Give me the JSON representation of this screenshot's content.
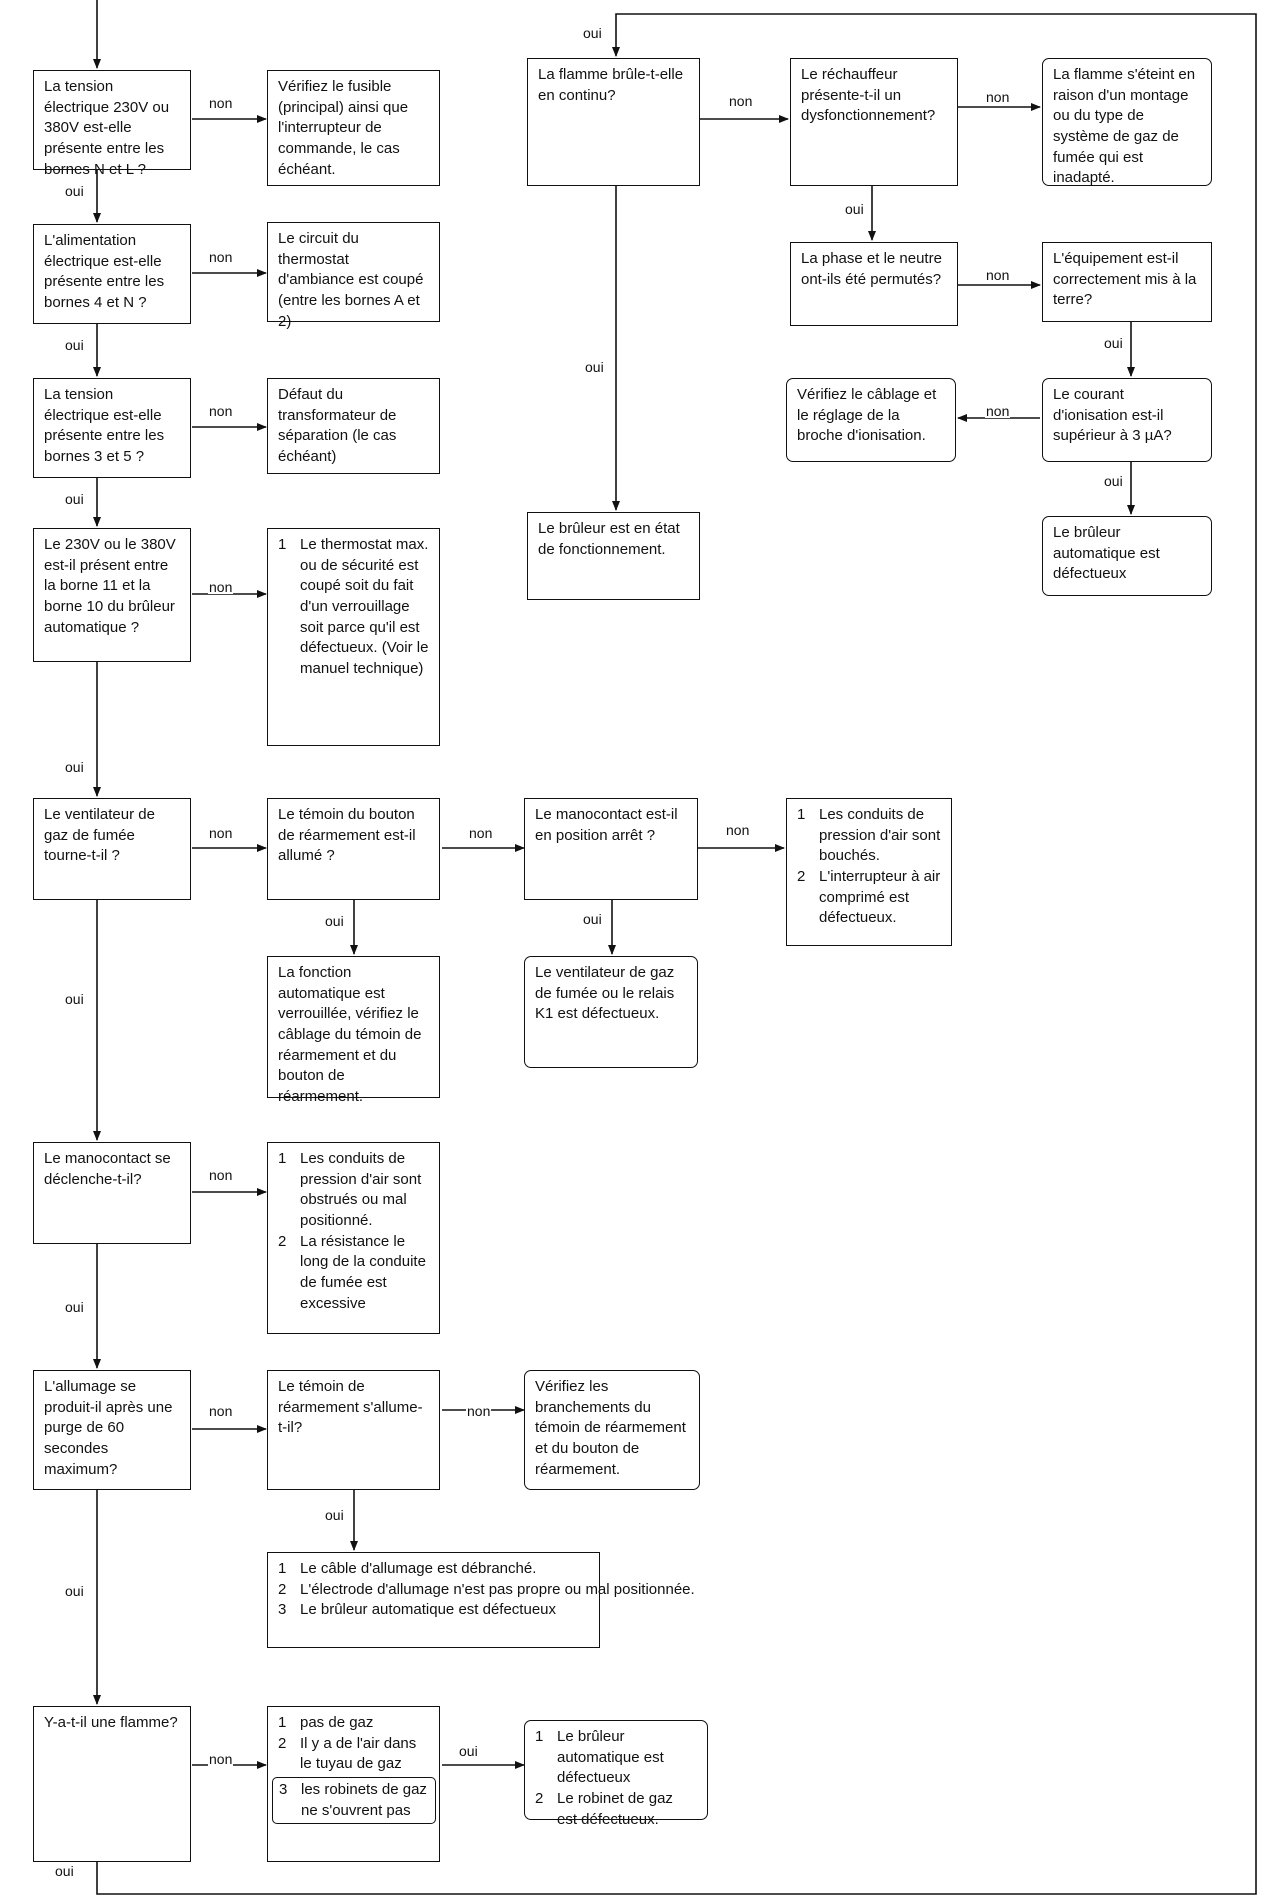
{
  "labels": {
    "oui": "oui",
    "non": "non"
  },
  "boxes": {
    "q_tension_nl": "La tension électrique 230V ou 380V est-elle présente entre les bornes N et L ?",
    "a_fusible": "Vérifiez le fusible (principal) ainsi que l'interrupteur de commande, le cas échéant.",
    "q_alim_4n": "L'alimentation électrique est-elle présente entre les bornes 4 et N ?",
    "a_thermostat_ambiance": "Le circuit du thermostat d'ambiance est coupé (entre les bornes A et 2)",
    "q_tension_35": "La tension électrique est-elle présente entre les bornes 3 et 5 ?",
    "a_transfo": "Défaut du transformateur de séparation (le cas échéant)",
    "q_230_bornes": "Le 230V ou le 380V est-il présent entre la borne 11 et la borne 10 du brûleur automatique ?",
    "a_thermostat_max": [
      "Le thermostat max. ou de sécurité est coupé soit du fait d'un verrouillage soit parce qu'il est défectueux. (Voir le manuel technique)"
    ],
    "q_ventilateur": "Le ventilateur de gaz de fumée tourne-t-il ?",
    "q_temoin_bouton": "Le témoin du bouton de réarmement est-il allumé ?",
    "a_fonction_verrouillee": "La fonction automatique est verrouillée, vérifiez le câblage du témoin de réarmement et du bouton de réarmement.",
    "q_manocontact_arret": "Le manocontact est-il en position arrêt ?",
    "a_conduits_bouches": [
      "Les conduits de pression d'air sont bouchés.",
      "L'interrupteur à air comprimé est défectueux."
    ],
    "a_ventilateur_relais": "Le ventilateur de gaz de fumée ou le relais K1 est défectueux.",
    "q_manocontact_declenche": "Le manocontact se déclenche-t-il?",
    "a_conduits_obstrues": [
      "Les conduits de pression d'air sont obstrués ou mal positionné.",
      "La résistance le long de la conduite de fumée est excessive"
    ],
    "q_allumage": "L'allumage se produit-il après une purge de 60 secondes maximum?",
    "q_temoin_rearmement": "Le témoin de réarmement s'allume-t-il?",
    "a_branchements": "Vérifiez les branchements du témoin de réarmement et du bouton de réarmement.",
    "a_cable_allumage": [
      "Le câble d'allumage est débranché.",
      "L'électrode d'allumage n'est pas propre ou mal positionnée.",
      "Le brûleur automatique est défectueux"
    ],
    "q_flamme": "Y-a-t-il une flamme?",
    "a_pas_de_gaz": [
      "pas de gaz",
      "Il y a de l'air dans le tuyau de gaz",
      "les robinets de gaz ne s'ouvrent pas"
    ],
    "a_bruleur_robinet": [
      "Le brûleur automatique est défectueux",
      "Le robinet de gaz est défectueux."
    ],
    "q_flamme_continu": "La flamme brûle-t-elle en continu?",
    "a_bruleur_fonctionnement": "Le brûleur est en état de fonctionnement.",
    "q_rechauffeur": "Le réchauffeur présente-t-il un dysfonctionnement?",
    "a_flamme_eteint": "La flamme s'éteint en raison d'un montage ou du type de système de gaz de fumée qui est inadapté.",
    "q_phase_neutre": "La phase et le neutre ont-ils été permutés?",
    "q_equipement_terre": "L'équipement est-il correctement mis à la terre?",
    "q_courant_ionisation": "Le courant d'ionisation est-il supérieur à 3 µA?",
    "a_cablage_broche": "Vérifiez le câblage et le réglage de la broche d'ionisation.",
    "a_bruleur_automatique": "Le brûleur automatique est défectueux"
  }
}
